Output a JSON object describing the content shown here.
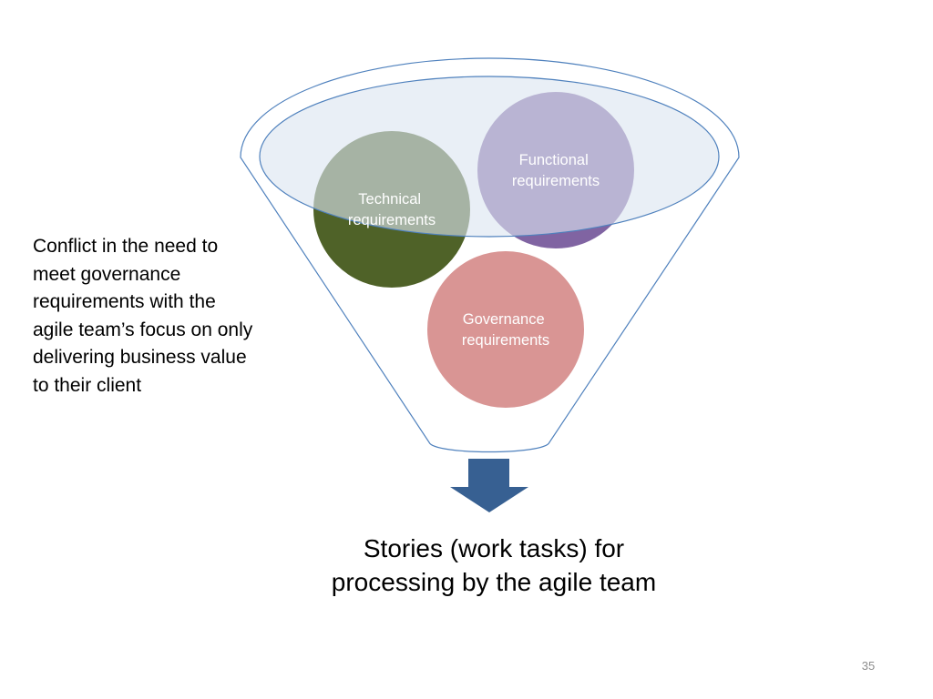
{
  "diagram": {
    "circles": {
      "technical": {
        "line1": "Technical",
        "line2": "requirements",
        "color": "#4f6228"
      },
      "functional": {
        "line1": "Functional",
        "line2": "requirements",
        "color": "#8064a2"
      },
      "governance": {
        "line1": "Governance",
        "line2": "requirements",
        "color": "#d99594"
      }
    },
    "funnel_color": "#4f81bd",
    "arrow_color": "#376092"
  },
  "side_text": "Conflict in the need to\nmeet governance\nrequirements with the\nagile team’s focus on only\ndelivering business value\nto their client",
  "result_text": "Stories (work tasks) for\nprocessing by the agile team",
  "page_number": "35"
}
